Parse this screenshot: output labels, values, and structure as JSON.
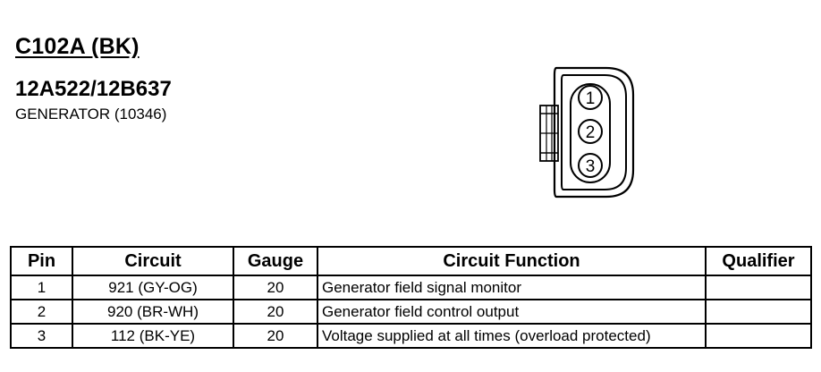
{
  "header": {
    "connector_id": "C102A (BK)",
    "part_number": "12A522/12B637",
    "component": "GENERATOR (10346)"
  },
  "connector_diagram": {
    "pins": [
      "1",
      "2",
      "3"
    ]
  },
  "pin_table": {
    "columns": [
      "Pin",
      "Circuit",
      "Gauge",
      "Circuit Function",
      "Qualifier"
    ],
    "rows": [
      {
        "pin": "1",
        "circuit": "921 (GY-OG)",
        "gauge": "20",
        "function": "Generator field signal monitor",
        "qualifier": ""
      },
      {
        "pin": "2",
        "circuit": "920 (BR-WH)",
        "gauge": "20",
        "function": "Generator field control output",
        "qualifier": ""
      },
      {
        "pin": "3",
        "circuit": "112 (BK-YE)",
        "gauge": "20",
        "function": "Voltage supplied at all times (overload protected)",
        "qualifier": ""
      }
    ]
  }
}
